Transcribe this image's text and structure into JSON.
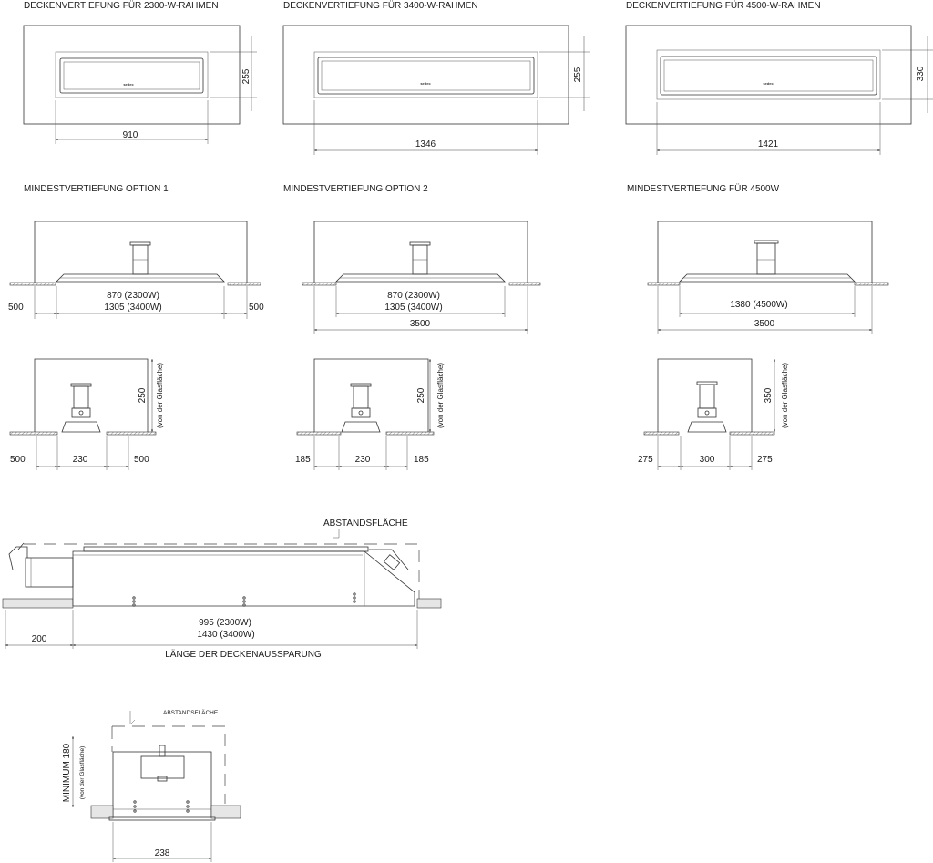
{
  "top": {
    "panel1": {
      "title": "DECKENVERTIEFUNG FÜR 2300-W-RAHMEN",
      "width": "910",
      "height": "255",
      "brand": "sedec"
    },
    "panel2": {
      "title": "DECKENVERTIEFUNG FÜR 3400-W-RAHMEN",
      "width": "1346",
      "height": "255",
      "brand": "sedec"
    },
    "panel3": {
      "title": "DECKENVERTIEFUNG FÜR 4500-W-RAHMEN",
      "width": "1421",
      "height": "330",
      "brand": "sedec"
    }
  },
  "middle": {
    "opt1": {
      "title": "MINDESTVERTIEFUNG OPTION 1",
      "left": "500",
      "right": "500",
      "line1": "870 (2300W)",
      "line2": "1305 (3400W)"
    },
    "opt2": {
      "title": "MINDESTVERTIEFUNG OPTION 2",
      "line1": "870 (2300W)",
      "line2": "1305 (3400W)",
      "total": "3500"
    },
    "opt3": {
      "title": "MINDESTVERTIEFUNG FÜR 4500W",
      "line1": "1380 (4500W)",
      "total": "3500"
    }
  },
  "lower": {
    "s1": {
      "left": "500",
      "mid": "230",
      "right": "500",
      "height": "250",
      "note": "(von der Glasfläche)"
    },
    "s2": {
      "left": "185",
      "mid": "230",
      "right": "185",
      "height": "250",
      "note": "(von der Glasfläche)"
    },
    "s3": {
      "left": "275",
      "mid": "300",
      "right": "275",
      "height": "350",
      "note": "(von der Glasfläche)"
    }
  },
  "side": {
    "clearance": "ABSTANDSFLÄCHE",
    "left": "200",
    "line1": "995 (2300W)",
    "line2": "1430 (3400W)",
    "caption": "LÄNGE DER DECKENAUSSPARUNG"
  },
  "end": {
    "clearance": "ABSTANDSFLÄCHE",
    "min": "MINIMUM 180",
    "note": "(von der Glasfläche)",
    "width": "238"
  }
}
